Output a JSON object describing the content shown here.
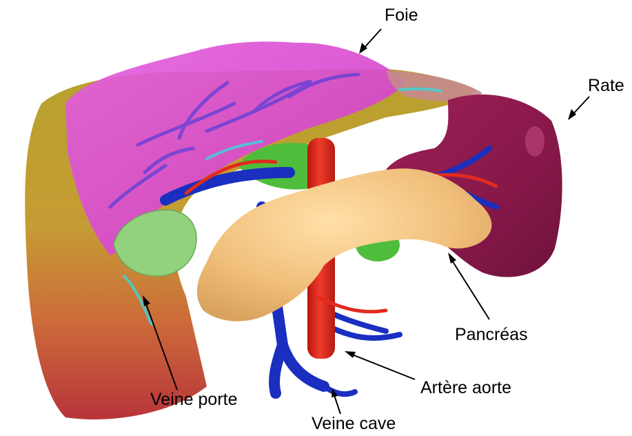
{
  "labels": {
    "foie": "Foie",
    "rate": "Rate",
    "pancreas": "Pancréas",
    "artere_aorte": "Artère aorte",
    "veine_porte": "Veine porte",
    "veine_cave": "Veine cave"
  },
  "colors": {
    "liver": "#c8b035",
    "liver_lower": "#b83a3a",
    "liver_overlay": "#d94fd2",
    "spleen": "#8f1b4f",
    "pancreas": "#f2c684",
    "aorta": "#e12a1e",
    "portal_vein": "#1a2fbf",
    "gallbladder": "#94d27f",
    "annotation_line": "#000000"
  }
}
